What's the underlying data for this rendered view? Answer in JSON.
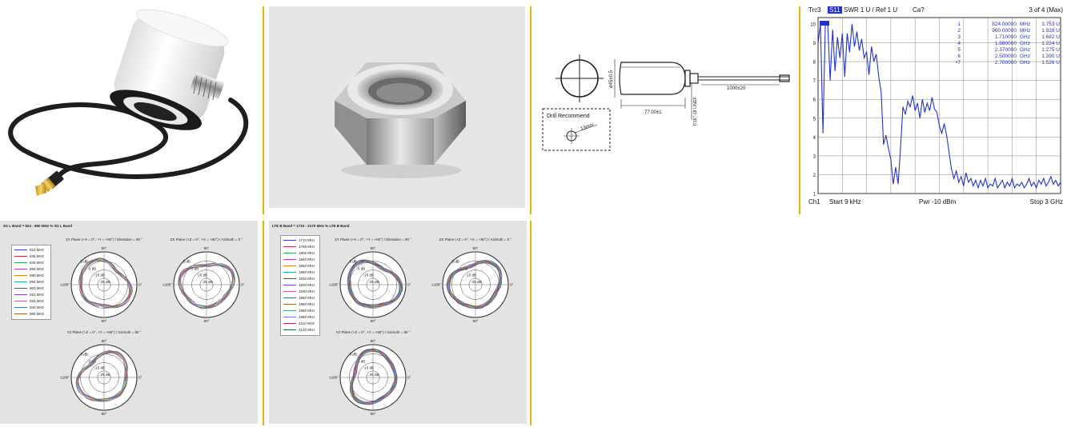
{
  "colors": {
    "separator": "#e8b400",
    "panel_bg": "#e3e3e3",
    "trace": "#2233cc"
  },
  "drawing": {
    "drill_label": "Drill  Recommend",
    "drill_size": "13mm",
    "dim_diameter": "ø45±0.5",
    "dim_length": "77.00±1",
    "dim_cable": "1000±20",
    "dim_thread": "7/16\"-18 UNEF"
  },
  "vna": {
    "header": {
      "trace": "Trc3",
      "param": "S11",
      "format": "SWR  1 U /  Ref 1 U",
      "cal": "Ca?",
      "marker_info": "3 of 4 (Max)"
    },
    "footer": {
      "channel": "Ch1",
      "start": "Start  9 kHz",
      "power": "Pwr  -10 dBm",
      "stop": "Stop  3 GHz"
    },
    "markers": [
      {
        "n": "1",
        "freq": "824.00000",
        "unit": "MHz",
        "value": "3.753  U"
      },
      {
        "n": "2",
        "freq": "960.00000",
        "unit": "MHz",
        "value": "1.928  U"
      },
      {
        "n": "3",
        "freq": "1.710000",
        "unit": "GHz",
        "value": "1.682  U"
      },
      {
        "n": "4",
        "freq": "1.880000",
        "unit": "GHz",
        "value": "1.224  U"
      },
      {
        "n": "5",
        "freq": "2.370000",
        "unit": "GHz",
        "value": "1.275  U"
      },
      {
        "n": "6",
        "freq": "2.500000",
        "unit": "GHz",
        "value": "1.390  U"
      },
      {
        "n": "•7",
        "freq": "2.700000",
        "unit": "GHz",
        "value": "1.526  U"
      }
    ],
    "y_ticks": [
      "10",
      "9",
      "8",
      "7",
      "6",
      "5",
      "4",
      "3",
      "2",
      "1"
    ]
  },
  "pattern1": {
    "title": "3G L Band = 824 - 960 MHz % 3G L Band",
    "legend": [
      "824 MHz",
      "836 MHz",
      "848 MHz",
      "869 MHz",
      "880 MHz",
      "894 MHz",
      "900 MHz",
      "915 MHz",
      "925 MHz",
      "940 MHz",
      "960 MHz"
    ],
    "plots": [
      {
        "title": "XY Plane (+X = 0°, +Y = +90°) / Elevation = 90 °"
      },
      {
        "title": "ZX Plane (+Z = 0°, +X = +90°) / Azimuth = 0 °"
      },
      {
        "title": "YZ Plane (+Z = 0°, +Y = +90°) / Azimuth = 90 °"
      }
    ]
  },
  "pattern2": {
    "title": "LTE B Band = 1710 - 2170 MHz % LTE B Band",
    "legend": [
      "1710 MHz",
      "1785 MHz",
      "1805 MHz",
      "1840 MHz",
      "1850 MHz",
      "1880 MHz",
      "1910 MHz",
      "1920 MHz",
      "1930 MHz",
      "1950 MHz",
      "1960 MHz",
      "1980 MHz",
      "1990 MHz",
      "2110 MHz",
      "2140 MHz"
    ],
    "plots": [
      {
        "title": "XY Plane (+X = 0°, +Y = +90°) / Elevation = 90 °"
      },
      {
        "title": "ZX Plane (+Z = 0°, +X = +90°) / Azimuth = 0 °"
      },
      {
        "title": "YZ Plane (+Z = 0°, +Y = +90°) / Azimuth = 90 °"
      }
    ]
  },
  "polar_labels": {
    "top": "90°",
    "bottom": "90°",
    "left": "±180°",
    "right": "0°",
    "r1": "5 dB",
    "r2": "-5 dB",
    "r3": "-15 dB",
    "r4": "-25 dB"
  }
}
